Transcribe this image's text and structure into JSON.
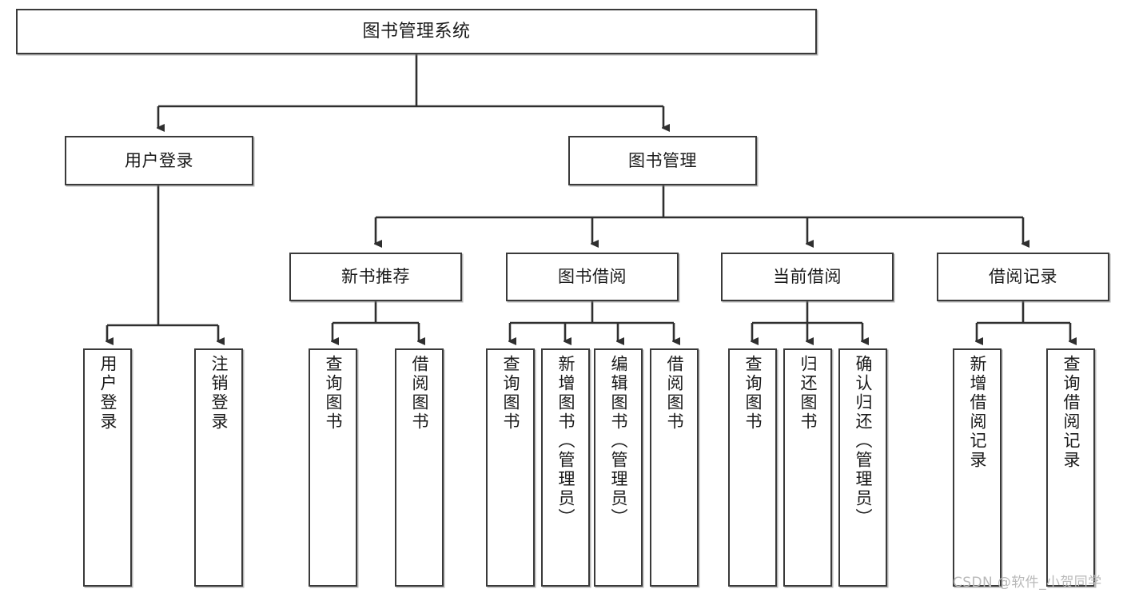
{
  "diagram": {
    "title": "图书管理系统",
    "type": "tree",
    "orientation": "top-down",
    "colors": {
      "box_border": "#3a3a3a",
      "box_fill": "#ffffff",
      "connector": "#2f2f2f",
      "text": "#1a1a1a",
      "watermark": "#b9b9b9"
    },
    "levels": {
      "root": {
        "label": "图书管理系统"
      },
      "level2": [
        {
          "id": "user-login",
          "label": "用户登录"
        },
        {
          "id": "book-manage",
          "label": "图书管理"
        }
      ],
      "level3": [
        {
          "id": "new-book-recommend",
          "label": "新书推荐",
          "parent": "book-manage"
        },
        {
          "id": "book-borrow",
          "label": "图书借阅",
          "parent": "book-manage"
        },
        {
          "id": "current-borrow",
          "label": "当前借阅",
          "parent": "book-manage"
        },
        {
          "id": "borrow-record",
          "label": "借阅记录",
          "parent": "book-manage"
        }
      ],
      "leaves": [
        {
          "id": "leaf-user-login",
          "label": "用户登录",
          "parent": "user-login"
        },
        {
          "id": "leaf-logout-login",
          "label": "注销登录",
          "parent": "user-login"
        },
        {
          "id": "leaf-query-book-1",
          "label": "查询图书",
          "parent": "new-book-recommend"
        },
        {
          "id": "leaf-borrow-book-1",
          "label": "借阅图书",
          "parent": "new-book-recommend"
        },
        {
          "id": "leaf-query-book-2",
          "label": "查询图书",
          "parent": "book-borrow"
        },
        {
          "id": "leaf-add-book",
          "label": "新增图书（管理员）",
          "parent": "book-borrow"
        },
        {
          "id": "leaf-edit-book",
          "label": "编辑图书（管理员）",
          "parent": "book-borrow"
        },
        {
          "id": "leaf-borrow-book-2",
          "label": "借阅图书",
          "parent": "book-borrow"
        },
        {
          "id": "leaf-query-book-3",
          "label": "查询图书",
          "parent": "current-borrow"
        },
        {
          "id": "leaf-return-book",
          "label": "归还图书",
          "parent": "current-borrow"
        },
        {
          "id": "leaf-confirm-return",
          "label": "确认归还（管理员）",
          "parent": "current-borrow"
        },
        {
          "id": "leaf-add-record",
          "label": "新增借阅记录",
          "parent": "borrow-record"
        },
        {
          "id": "leaf-query-record",
          "label": "查询借阅记录",
          "parent": "borrow-record"
        }
      ]
    },
    "watermark": "CSDN @软件_小贺同学"
  }
}
